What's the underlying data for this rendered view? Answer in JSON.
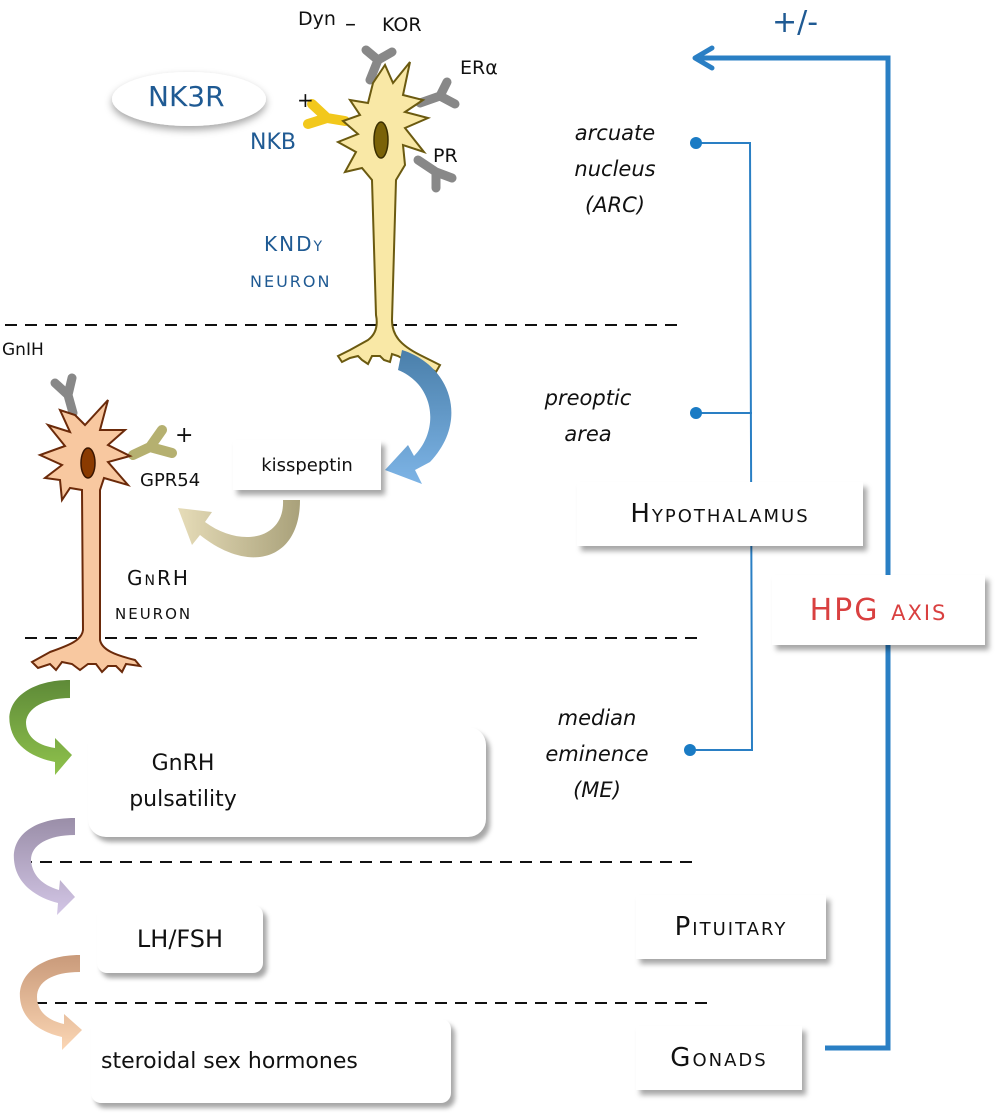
{
  "kndy_neuron": {
    "label_line1": "KNDy",
    "label_line2": "NEURON",
    "receptors": {
      "dyn": "Dyn",
      "dyn_sign": "–",
      "kor": "KOR",
      "er": "ERα",
      "pr": "PR",
      "nkb": "NKB",
      "nkb_sign": "+"
    },
    "nk3r": "NK3R"
  },
  "gnrh_neuron": {
    "label_line1": "GnRH",
    "label_line2": "NEURON",
    "receptors": {
      "gnih": "GnIH",
      "gpr54": "GPR54",
      "gpr54_sign": "+"
    }
  },
  "kisspeptin_box": "kisspeptin",
  "pulsatility_box": {
    "line1": "GnRH",
    "line2": "pulsatility"
  },
  "lhfsh_box": "LH/FSH",
  "steroid_box": "steroidal sex hormones",
  "regions": {
    "arc": [
      "arcuate",
      "nucleus",
      "(ARC)"
    ],
    "poa": [
      "preoptic",
      "area"
    ],
    "me": [
      "median",
      "eminence",
      "(ME)"
    ]
  },
  "organs": {
    "hypothalamus": "Hypothalamus",
    "pituitary": "Pituitary",
    "gonads": "Gonads"
  },
  "hpg_axis": {
    "main": "HPG",
    "sub": "axis"
  },
  "feedback_label": "+/-",
  "colors": {
    "blue_line": "#2a7fc4",
    "text_blue": "#1f5a93",
    "hpg_red": "#d94040",
    "kndy_fill": "#f9e8a6",
    "kndy_stroke": "#6b5a10",
    "gnrh_fill": "#f8c8a0",
    "gnrh_stroke": "#6b2a0a",
    "receptor_gray": "#888888",
    "nkb_yellow": "#f2c81c",
    "gpr54_olive": "#b5b070"
  }
}
